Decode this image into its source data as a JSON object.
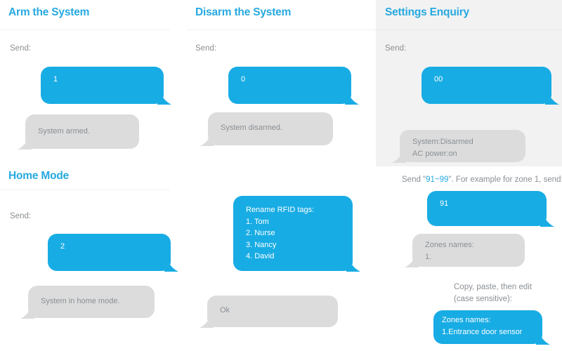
{
  "page": {
    "accent_blue": "#26a9e0",
    "bubble_blue": "#18ace4",
    "bubble_gray": "#dcdcdc",
    "text_gray": "#8a8f94",
    "panel_shade": "#f2f2f2"
  },
  "columns": [
    {
      "id": "arm",
      "heading": "Arm the System",
      "send_label": "Send:",
      "sent": "1",
      "reply": "System armed."
    },
    {
      "id": "disarm",
      "heading": "Disarm the System",
      "send_label": "Send:",
      "sent": "0",
      "reply": "System disarmed."
    },
    {
      "id": "settings",
      "heading": "Settings Enquiry",
      "send_label": "Send:",
      "sent": "00",
      "reply": "System:Disarmed\nAC power:on"
    }
  ],
  "home_mode": {
    "heading": "Home Mode",
    "send_label": "Send:",
    "sent": "2",
    "reply": "System in home mode."
  },
  "rfid": {
    "sent": "Rename RFID tags:\n1. Tom\n2. Nurse\n3. Nancy\n4. David",
    "reply": "Ok"
  },
  "zones": {
    "instruction_pre": "Send \"",
    "instruction_range": "91~99",
    "instruction_post": "\". For example for zone 1, send:",
    "sent_code": "91",
    "reply": "Zones names:\n1.",
    "edit_note": "Copy, paste, then edit\n(case sensitive):",
    "sent_named": "Zones names:\n1.Entrance door sensor"
  }
}
